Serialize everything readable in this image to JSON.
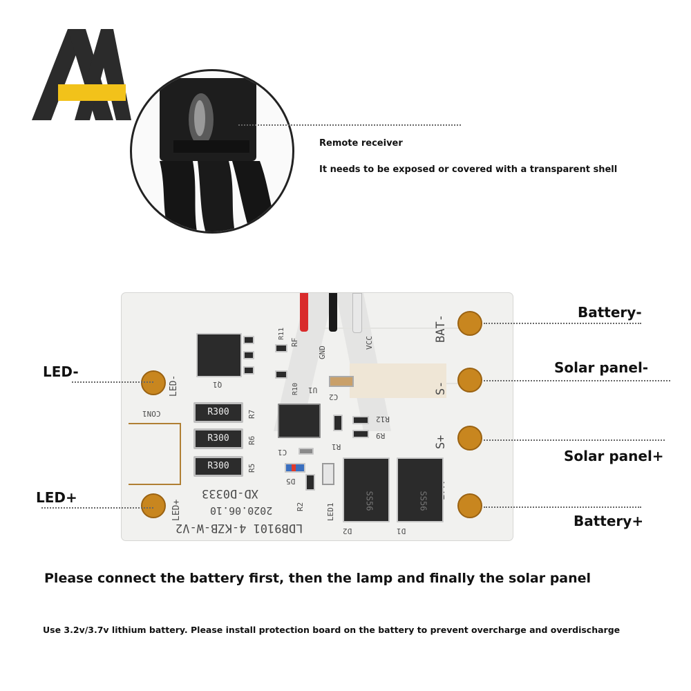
{
  "brand": {
    "logo": "brand-logo-AA"
  },
  "receiver": {
    "title": "Remote receiver",
    "note": "It needs to be exposed or covered with a transparent shell"
  },
  "board": {
    "silkscreen": {
      "part_number": "LDB9101 4-KZB-W-V2",
      "date": "2020.06.10",
      "code": "XD-D0333",
      "led_minus": "LED-",
      "led_plus": "LED+",
      "bat_minus": "BAT-",
      "bat_plus": "BAT+",
      "s_minus": "S-",
      "s_plus": "S+",
      "rf": "RF",
      "gnd": "GND",
      "vcc": "VCC",
      "con1": "CON1",
      "r11": "R11",
      "r10": "R10",
      "r7": "R7",
      "r6": "R6",
      "r5": "R5",
      "r2": "R2",
      "r1": "R1",
      "r9": "R9",
      "r12": "R12",
      "q1": "Q1",
      "u1": "U1",
      "c1": "C1",
      "c2": "C2",
      "d5": "D5",
      "led1": "LED1",
      "d1": "D1",
      "d2": "D2",
      "res_marking": "R300",
      "diode_marking": "SS56"
    }
  },
  "labels": {
    "led_minus": "LED-",
    "led_plus": "LED+",
    "battery_minus": "Battery-",
    "solar_minus": "Solar panel-",
    "solar_plus": "Solar panel+",
    "battery_plus": "Battery+"
  },
  "instructions": {
    "main": "Please connect the battery first, then the lamp and finally the solar panel",
    "note": "Use 3.2v/3.7v lithium battery. Please install protection board on the battery to prevent overcharge and overdischarge"
  }
}
